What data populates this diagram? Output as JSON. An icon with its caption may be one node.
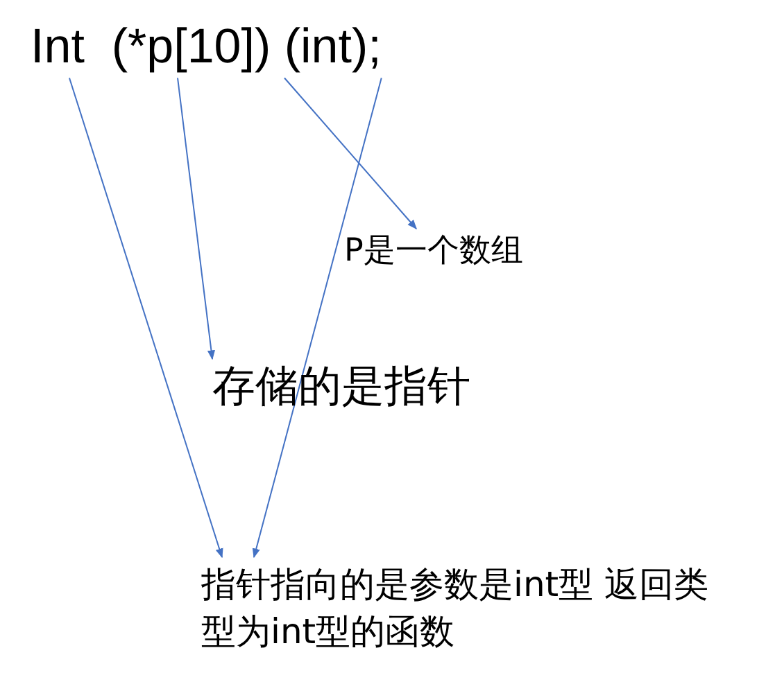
{
  "diagram": {
    "nodes": [
      {
        "text": [
          "Int  (*p[10]) (int);"
        ]
      },
      {
        "text": [
          "P是一个数组"
        ]
      },
      {
        "text": [
          "存储的是指针"
        ]
      },
      {
        "text": [
          "指针指向的是参数是int型 返回类型为int型的函数"
        ]
      }
    ],
    "edges": [
      {
        "from": 0,
        "to": 3,
        "arrow": "to"
      },
      {
        "from": 0,
        "to": 2,
        "arrow": "to"
      },
      {
        "from": 0,
        "to": 1,
        "arrow": "to"
      },
      {
        "from": 0,
        "to": 3,
        "arrow": "to"
      }
    ]
  }
}
